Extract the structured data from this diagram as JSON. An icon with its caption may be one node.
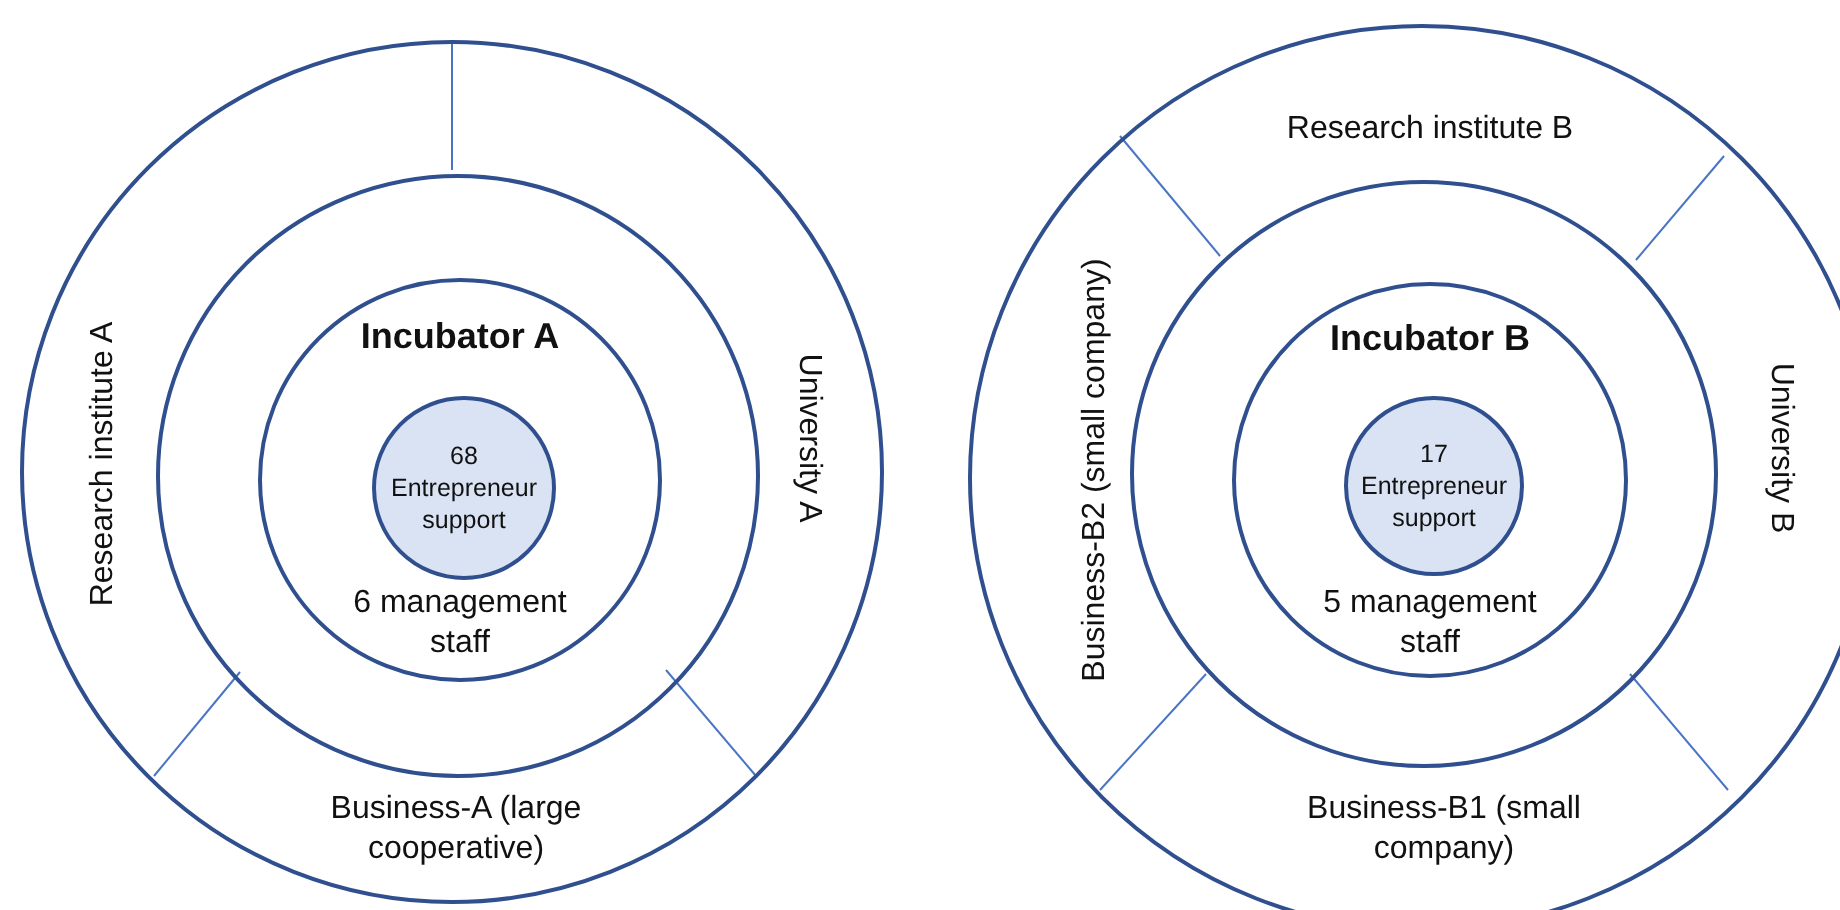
{
  "diagram": {
    "nodes": [
      {
        "text": [],
        "shape": "circle"
      },
      {
        "text": [
          "Research institute A"
        ],
        "in": 0
      },
      {
        "text": [
          "University A"
        ],
        "in": 0
      },
      {
        "text": [
          "Business-A (large cooperative)"
        ],
        "in": 0
      },
      {
        "text": [],
        "shape": "circle",
        "in": 0
      },
      {
        "text": [
          "Incubator A",
          "6 management staff"
        ],
        "in": 4
      },
      {
        "text": [
          "68 Entrepreneur support"
        ],
        "in": 5
      },
      {
        "text": [],
        "shape": "circle"
      },
      {
        "text": [
          "Research institute B"
        ],
        "in": 7
      },
      {
        "text": [
          "University B"
        ],
        "in": 7
      },
      {
        "text": [
          "Business-B2 (small company)"
        ],
        "in": 7
      },
      {
        "text": [
          "Business-B1 (small company)"
        ],
        "in": 7
      },
      {
        "text": [],
        "shape": "circle",
        "in": 7
      },
      {
        "text": [
          "Incubator B",
          "5 management staff"
        ],
        "in": 12
      },
      {
        "text": [
          "17 Entrepreneur support"
        ],
        "in": 13
      }
    ],
    "edges": []
  }
}
